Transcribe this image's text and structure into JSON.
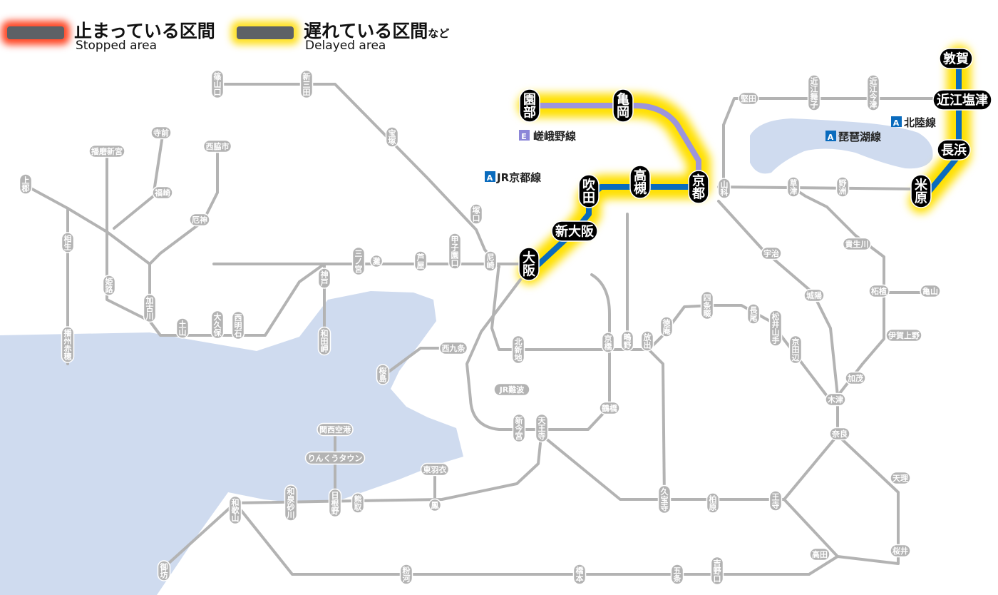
{
  "legend": {
    "stopped": {
      "label_ja": "止まっている区間",
      "label_en": "Stopped area"
    },
    "delayed": {
      "label_ja": "遅れている区間",
      "label_suffix": "など",
      "label_en": "Delayed area"
    }
  },
  "colors": {
    "water": "#cfdbef",
    "line_gray": "#b3b3b3",
    "line_blue": "#0a6bbd",
    "line_purple": "#9c95dc",
    "delay_glow": "#ffe000",
    "stopped_glow": "#ff2a00",
    "active_station_bg": "#000000",
    "station_bg": "#b3b3b3"
  },
  "line_labels": [
    {
      "key": "sagano",
      "code": "E",
      "name": "嵯峨野線"
    },
    {
      "key": "kyoto",
      "code": "A",
      "name": "JR京都線"
    },
    {
      "key": "hokuriku",
      "code": "A",
      "name": "北陸線"
    },
    {
      "key": "biwako",
      "code": "A",
      "name": "琵琶湖線"
    }
  ],
  "affected_stations": [
    "園部",
    "亀岡",
    "京都",
    "高槻",
    "吹田",
    "新大阪",
    "大阪",
    "米原",
    "長浜",
    "近江塩津",
    "敦賀"
  ],
  "stations": {
    "sonobe": "園部",
    "kameoka": "亀岡",
    "kyoto": "京都",
    "takatsuki": "高槻",
    "suita": "吹田",
    "shinosaka": "新大阪",
    "osaka": "大阪",
    "maibara": "米原",
    "nagahama": "長浜",
    "omishiotsu": "近江塩津",
    "tsuruga": "敦賀",
    "sasayamaguchi": "篠山口",
    "shinsanda": "新三田",
    "takarazuka": "宝塚",
    "tsukaguchi": "塚口",
    "amagasaki": "尼崎",
    "koshienguchi": "甲子園口",
    "ashiya": "芦屋",
    "nada": "灘",
    "sannomiya": "三ノ宮",
    "kobe": "神戸",
    "wadamisaki": "和田岬",
    "nishiakashi": "西明石",
    "okubo": "大久保",
    "tsuchiyama": "土山",
    "kakogawa": "加古川",
    "yakujin": "厄神",
    "nishiwakishi": "西脇市",
    "fukusaki": "福崎",
    "teramae": "寺前",
    "harimashingu": "播磨新宮",
    "himeji": "姫路",
    "aioi": "相生",
    "kamigori": "上郡",
    "banshuako": "播州赤穂",
    "yamashina": "山科",
    "katata": "堅田",
    "omimaiko": "近江舞子",
    "omiimazu": "近江今津",
    "kusatsu": "草津",
    "yasu": "野洲",
    "uji": "宇治",
    "joyo": "城陽",
    "kibukawa": "貴生川",
    "tsuge": "柘植",
    "kameyama": "亀山",
    "igaueno": "伊賀上野",
    "kamo": "加茂",
    "kizu": "木津",
    "nara": "奈良",
    "tenri": "天理",
    "sakurai": "桜井",
    "takada": "高田",
    "oji": "王寺",
    "kashiwara": "柏原",
    "kyuhoji": "久宝寺",
    "hanaten": "放出",
    "shigino": "鴫野",
    "kyobashi": "京橋",
    "tsuruhashi": "鶴橋",
    "tennoji": "天王寺",
    "shinimamiya": "新今宮",
    "jrnamba": "JR難波",
    "nishikujo": "西九条",
    "sakurajima": "桜島",
    "kitashinchi": "北新地",
    "tokuan": "徳庵",
    "shijonawate": "四条畷",
    "nagao": "長尾",
    "matsuiyamate": "松井山手",
    "kyotanabe": "京田辺",
    "higashihagoromo": "東羽衣",
    "otori": "鳳",
    "kumatori": "熊取",
    "hinemo": "日根野",
    "izumisunagawa": "和泉砂川",
    "wakayama": "和歌山",
    "gobo": "御坊",
    "kansaiairport": "関西空港",
    "rinku": "りんくうタウン",
    "kokawa": "粉河",
    "hashimoto": "橋本",
    "gojo": "五条",
    "yoshinoguchi": "吉野口"
  }
}
